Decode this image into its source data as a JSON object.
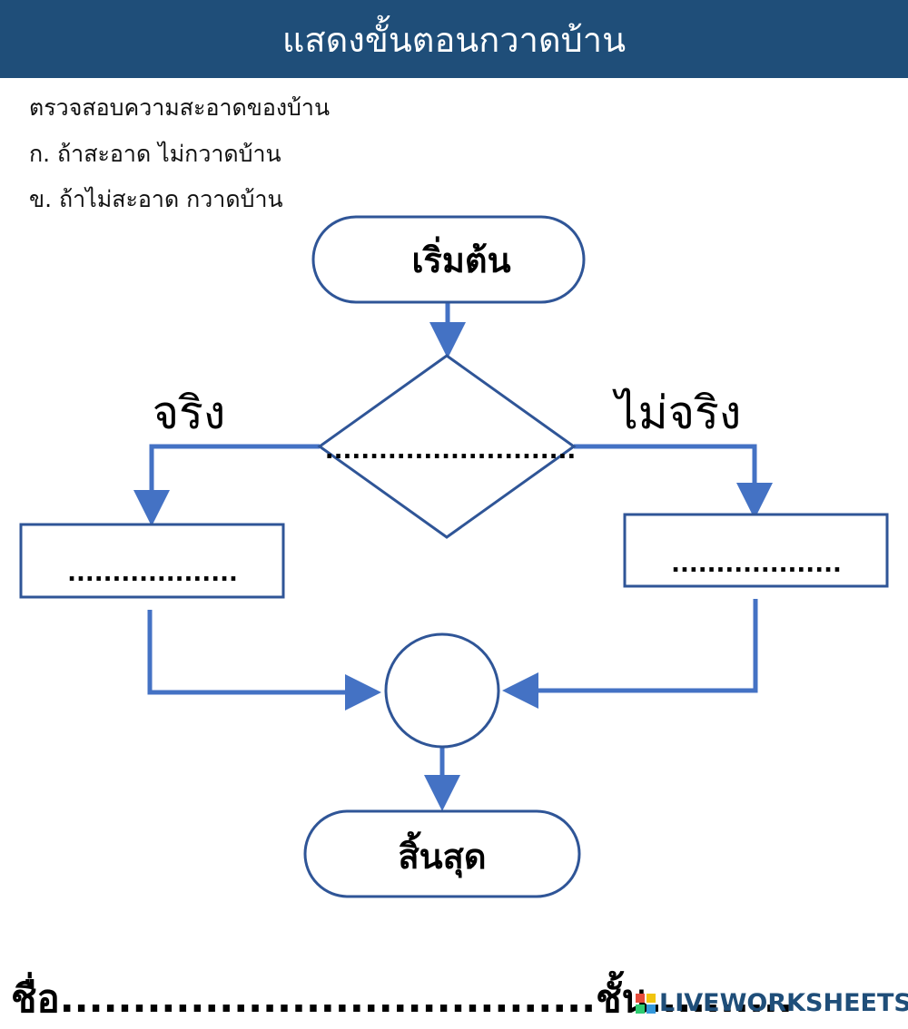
{
  "header": {
    "title": "แสดงขั้นตอนกวาดบ้าน"
  },
  "instructions": [
    "ตรวจสอบความสะอาดของบ้าน",
    "ก. ถ้าสะอาด ไม่กวาดบ้าน",
    "ข. ถ้าไม่สะอาด กวาดบ้าน"
  ],
  "flowchart": {
    "start": "เริ่มต้น",
    "decision": "............................",
    "true_label": "จริง",
    "false_label": "ไม่จริง",
    "true_box": "...................",
    "false_box": "...................",
    "end": "สิ้นสุด"
  },
  "footer": {
    "name_line": "ชื่อ.....................................ชั้น..........",
    "logo": "LIVEWORKSHEETS"
  },
  "colors": {
    "banner": "#1f4e79",
    "shape_stroke": "#2f5597",
    "arrow": "#4472c4",
    "logo_squares": [
      "#e74c3c",
      "#f1c40f",
      "#2ecc71",
      "#3498db"
    ]
  }
}
